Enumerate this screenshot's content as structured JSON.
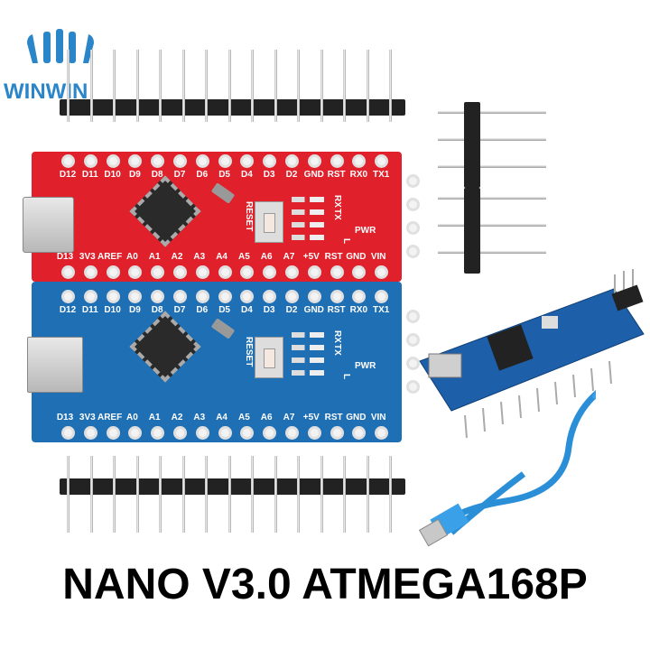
{
  "logo": {
    "text": "WINWIN",
    "color": "#2a86c8"
  },
  "title": "NANO V3.0 ATMEGA168P",
  "boards": {
    "top_labels": [
      "D12",
      "D11",
      "D10",
      "D9",
      "D8",
      "D7",
      "D6",
      "D5",
      "D4",
      "D3",
      "D2",
      "GND",
      "RST",
      "RX0",
      "TX1"
    ],
    "bottom_labels": [
      "D13",
      "3V3",
      "AREF",
      "A0",
      "A1",
      "A2",
      "A3",
      "A4",
      "A5",
      "A6",
      "A7",
      "+5V",
      "RST",
      "GND",
      "VIN"
    ],
    "reset_label": "RESET",
    "led_labels": [
      "RX",
      "TX",
      "PWR",
      "L"
    ],
    "red_color": "#e0202a",
    "blue_color": "#1f6fb5"
  }
}
